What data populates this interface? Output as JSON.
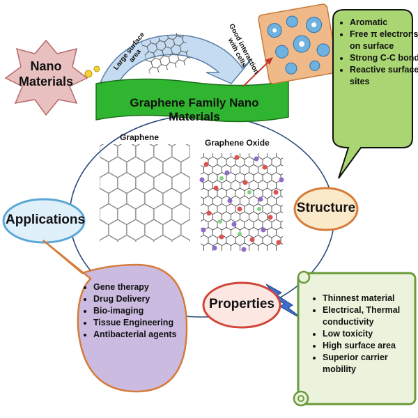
{
  "title": "Graphene Family Nano Materials",
  "nano_materials": [
    "Nano",
    "Materials"
  ],
  "arrow_labels": {
    "large_surface_area": [
      "Large surface",
      "area"
    ],
    "good_interaction": [
      "Good interaction",
      "with cells"
    ]
  },
  "materials": {
    "graphene": "Graphene",
    "graphene_oxide": "Graphene Oxide"
  },
  "structure": {
    "label": "Structure",
    "items": [
      "Aromatic",
      "Free π electrons on surface",
      "Strong C-C bond",
      "Reactive surface sites"
    ]
  },
  "applications": {
    "label": "Applications",
    "items": [
      "Gene therapy",
      "Drug Delivery",
      "Bio-imaging",
      "Tissue Engineering",
      "Antibacterial agents"
    ]
  },
  "properties": {
    "label": "Properties",
    "items": [
      "Thinnest material",
      "Electrical, Thermal conductivity",
      "Low toxicity",
      "High surface area",
      "Superior carrier mobility"
    ]
  },
  "colors": {
    "banner": "#2fb52f",
    "star": "#e8c0c0",
    "structure_box": "#a9d672",
    "applications_box": "#cbbbe0",
    "properties_scroll": "#ebf3dc",
    "bubble_border": "#d67b3a",
    "arrow_fill": "#c4dbf1",
    "cell_box": "#f0b98a"
  }
}
